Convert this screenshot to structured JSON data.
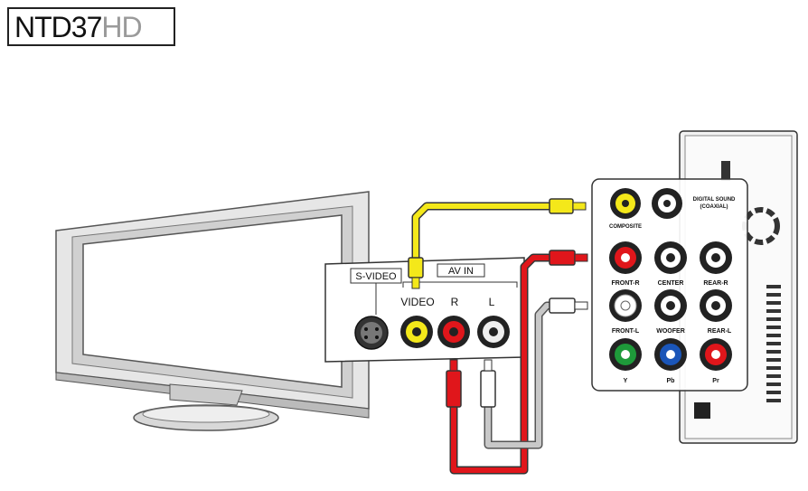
{
  "logo": {
    "model": "NTD37",
    "suffix": "HD"
  },
  "tv_panel": {
    "svideo_label": "S-VIDEO",
    "avin_label": "AV IN",
    "video_label": "VIDEO",
    "r_label": "R",
    "l_label": "L"
  },
  "player_panel": {
    "composite_label": "COMPOSITE",
    "digital_sound_label_1": "DIGITAL SOUND",
    "digital_sound_label_2": "(COAXIAL)",
    "front_r_label": "FRONT-R",
    "center_label": "CENTER",
    "rear_r_label": "REAR-R",
    "front_l_label": "FRONT-L",
    "woofer_label": "WOOFER",
    "rear_l_label": "REAR-L",
    "y_label": "Y",
    "pb_label": "Pb",
    "pr_label": "Pr"
  },
  "colors": {
    "yellow_cable": "#f4e81a",
    "red_cable": "#e0161b",
    "white_cable": "#c8c8c8",
    "green_jack": "#1e9a3a",
    "blue_jack": "#1a55b8"
  }
}
